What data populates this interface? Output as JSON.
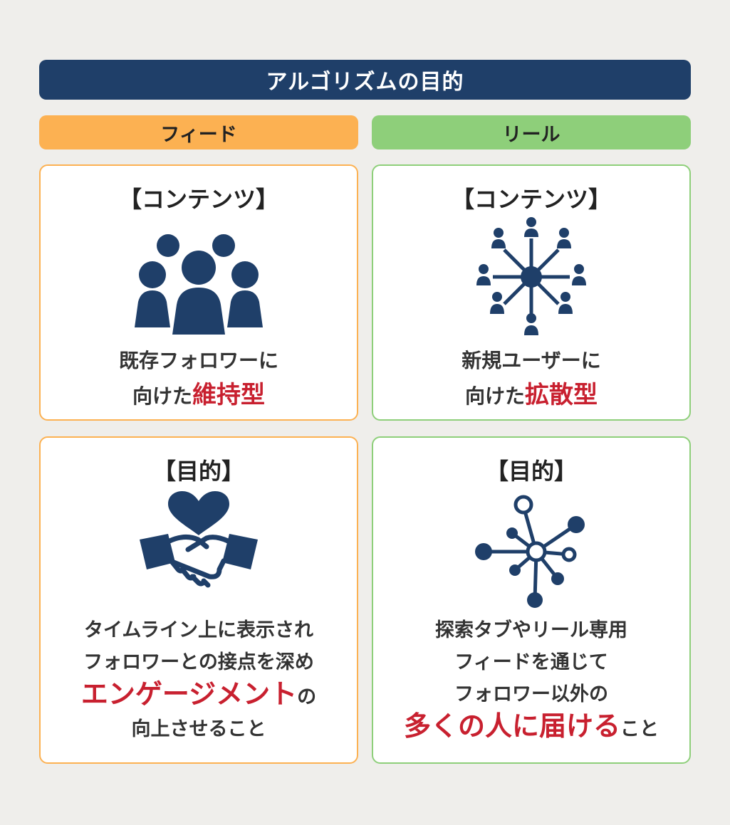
{
  "header": {
    "title": "アルゴリズムの目的"
  },
  "columns": {
    "feed": "フィード",
    "reel": "リール"
  },
  "colors": {
    "navy": "#1f3f69",
    "orange": "#fcb152",
    "green": "#8ecf7a",
    "red": "#c8202f"
  },
  "feed_content": {
    "title": "【コンテンツ】",
    "icon": "group-people-icon",
    "line1": "既存フォロワーに",
    "line2_prefix": "向けた",
    "line2_em": "維持型"
  },
  "reel_content": {
    "title": "【コンテンツ】",
    "icon": "network-people-icon",
    "line1": "新規ユーザーに",
    "line2_prefix": "向けた",
    "line2_em": "拡散型"
  },
  "feed_purpose": {
    "title": "【目的】",
    "icon": "handshake-heart-icon",
    "line1": "タイムライン上に表示され",
    "line2": "フォロワーとの接点を深め",
    "line3_em": "エンゲージメント",
    "line3_suffix": "の",
    "line4": "向上させること"
  },
  "reel_purpose": {
    "title": "【目的】",
    "icon": "network-nodes-icon",
    "line1": "探索タブやリール専用",
    "line2": "フィードを通じて",
    "line3": "フォロワー以外の",
    "line4_em": "多くの人に届ける",
    "line4_suffix": "こと"
  }
}
